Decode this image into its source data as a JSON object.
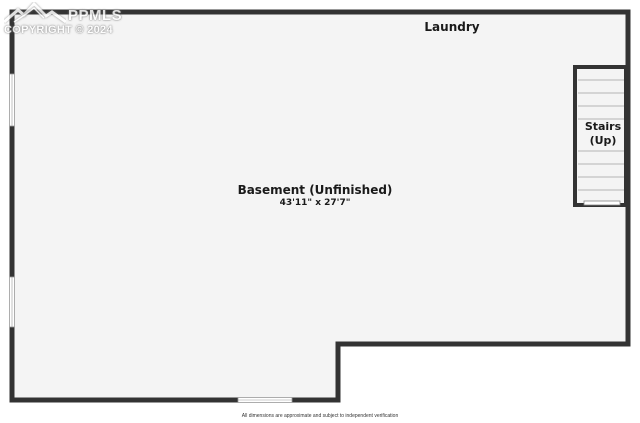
{
  "watermark": {
    "brand": "PPMLS",
    "copyright": "COPYRIGHT © 2024"
  },
  "rooms": {
    "laundry": "Laundry",
    "basement_name": "Basement (Unfinished)",
    "basement_dims": "43'11\" x 27'7\"",
    "stairs_line1": "Stairs",
    "stairs_line2": "(Up)"
  },
  "footer": {
    "disclaimer": "All dimensions are approximate and subject to independent verification"
  },
  "colors": {
    "wall": "#333333",
    "floor": "#f4f4f4",
    "watermark": "#ffffff"
  }
}
